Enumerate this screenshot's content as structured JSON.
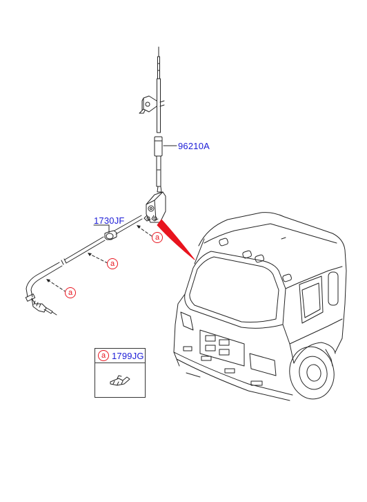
{
  "diagram": {
    "parts": [
      {
        "id": "antenna",
        "number": "96210A"
      },
      {
        "id": "feeder-cable",
        "number": "1730JF"
      },
      {
        "id": "clip",
        "number": "1799JG"
      }
    ],
    "callout_letter": "a",
    "colors": {
      "part_number": "#1a1ad6",
      "callout": "#e8141e",
      "linework": "#222222",
      "pointer_arrow": "#e8141e"
    }
  }
}
